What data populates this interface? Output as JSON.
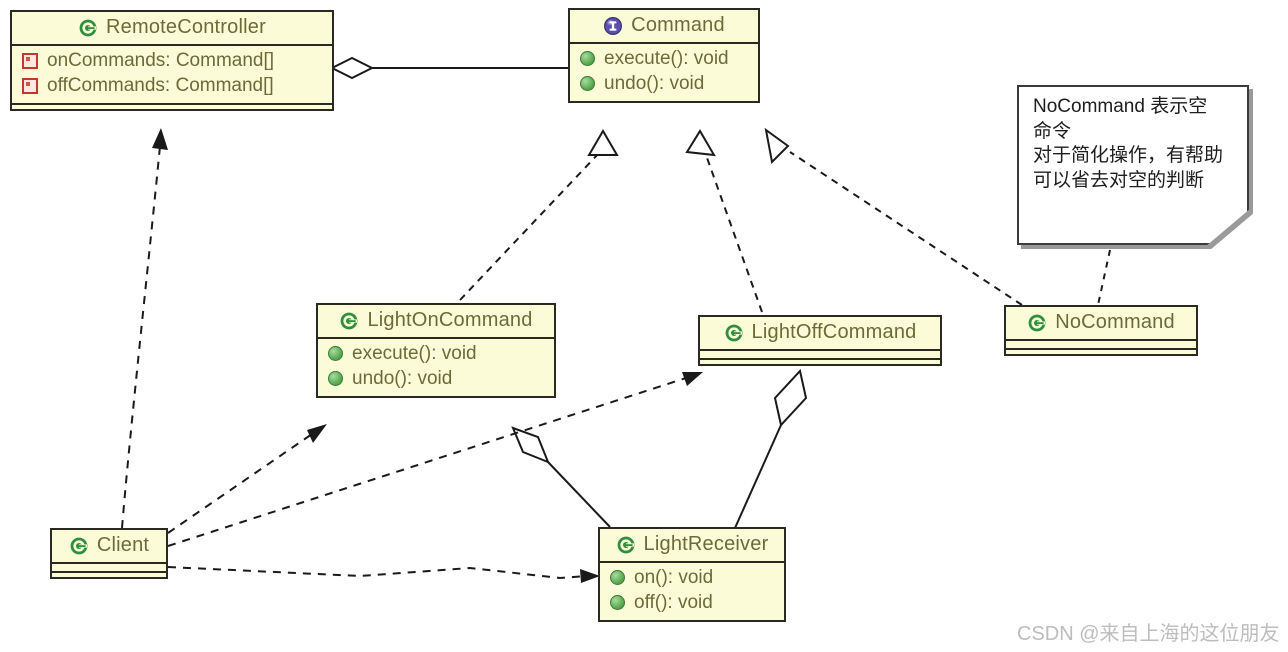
{
  "diagram": {
    "kind": "uml-class-diagram",
    "colors": {
      "class_fill": "#fbfbd7",
      "class_border": "#2a2a22",
      "class_text": "#6b6b3a",
      "note_fill": "#ffffff",
      "note_border": "#3b3b3b",
      "edge": "#1a1a1a",
      "class_icon": "#2f8f3e",
      "interface_icon": "#5b51a8",
      "public_marker": "#5fae56",
      "private_marker": "#c0392b",
      "watermark": "#bdbdbd"
    },
    "classes": [
      {
        "id": "remote-controller",
        "name": "RemoteController",
        "stereotype": "class",
        "icon": "class-c-icon",
        "members": [
          {
            "text": "onCommands: Command[]",
            "visibility": "private",
            "icon": "private-field-icon"
          },
          {
            "text": "offCommands: Command[]",
            "visibility": "private",
            "icon": "private-field-icon"
          }
        ]
      },
      {
        "id": "command",
        "name": "Command",
        "stereotype": "interface",
        "icon": "interface-i-icon",
        "members": [
          {
            "text": "execute(): void",
            "visibility": "public",
            "icon": "public-method-icon"
          },
          {
            "text": "undo(): void",
            "visibility": "public",
            "icon": "public-method-icon"
          }
        ]
      },
      {
        "id": "light-on-command",
        "name": "LightOnCommand",
        "stereotype": "class",
        "icon": "class-c-icon",
        "members": [
          {
            "text": "execute(): void",
            "visibility": "public",
            "icon": "public-method-icon"
          },
          {
            "text": "undo(): void",
            "visibility": "public",
            "icon": "public-method-icon"
          }
        ]
      },
      {
        "id": "light-off-command",
        "name": "LightOffCommand",
        "stereotype": "class",
        "icon": "class-c-icon",
        "members": []
      },
      {
        "id": "no-command",
        "name": "NoCommand",
        "stereotype": "class",
        "icon": "class-c-icon",
        "members": []
      },
      {
        "id": "light-receiver",
        "name": "LightReceiver",
        "stereotype": "class",
        "icon": "class-c-icon",
        "members": [
          {
            "text": "on(): void",
            "visibility": "public",
            "icon": "public-method-icon"
          },
          {
            "text": "off(): void",
            "visibility": "public",
            "icon": "public-method-icon"
          }
        ]
      },
      {
        "id": "client",
        "name": "Client",
        "stereotype": "class",
        "icon": "class-c-icon",
        "members": []
      }
    ],
    "note": {
      "id": "no-command-note",
      "lines": [
        "NoCommand 表示空",
        "命令",
        "对于简化操作，有帮助",
        "可以省去对空的判断"
      ],
      "attached_to": "no-command"
    },
    "relations": [
      {
        "from": "remote-controller",
        "to": "command",
        "type": "aggregation",
        "line": "solid"
      },
      {
        "from": "light-on-command",
        "to": "command",
        "type": "realization",
        "line": "dashed"
      },
      {
        "from": "light-off-command",
        "to": "command",
        "type": "realization",
        "line": "dashed"
      },
      {
        "from": "no-command",
        "to": "command",
        "type": "realization",
        "line": "dashed"
      },
      {
        "from": "light-on-command",
        "to": "light-receiver",
        "type": "aggregation",
        "line": "solid"
      },
      {
        "from": "light-off-command",
        "to": "light-receiver",
        "type": "aggregation",
        "line": "solid"
      },
      {
        "from": "client",
        "to": "remote-controller",
        "type": "dependency",
        "line": "dashed"
      },
      {
        "from": "client",
        "to": "light-on-command",
        "type": "dependency",
        "line": "dashed"
      },
      {
        "from": "client",
        "to": "light-off-command",
        "type": "dependency",
        "line": "dashed"
      },
      {
        "from": "client",
        "to": "light-receiver",
        "type": "dependency",
        "line": "dashed"
      }
    ]
  },
  "watermark": {
    "text": "CSDN @来自上海的这位朋友"
  }
}
